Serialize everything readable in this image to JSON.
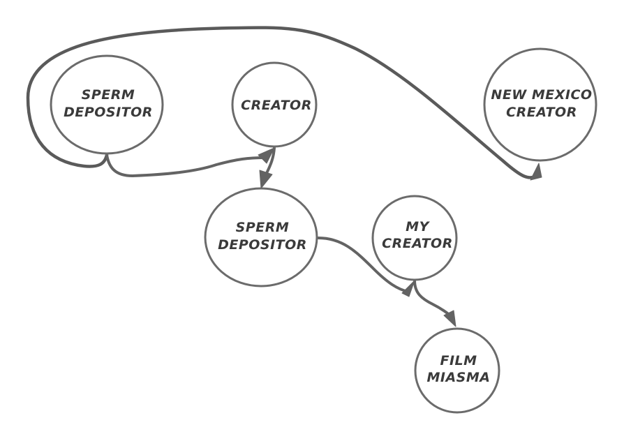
{
  "diagram": {
    "type": "directed-graph",
    "style": "hand-drawn comic",
    "colors": {
      "node_stroke": "#6b6b6b",
      "edge_stroke": "#636363",
      "label_text": "#3a3a3a",
      "background": "#ffffff"
    },
    "nodes": [
      {
        "id": "n1",
        "label_lines": [
          "SPERM",
          "DEPOSITOR"
        ],
        "shape": "ellipse"
      },
      {
        "id": "n2",
        "label_lines": [
          "CREATOR"
        ],
        "shape": "circle"
      },
      {
        "id": "n3",
        "label_lines": [
          "NEW MEXICO",
          "CREATOR"
        ],
        "shape": "circle"
      },
      {
        "id": "n4",
        "label_lines": [
          "SPERM",
          "DEPOSITOR"
        ],
        "shape": "ellipse"
      },
      {
        "id": "n5",
        "label_lines": [
          "MY",
          "CREATOR"
        ],
        "shape": "circle"
      },
      {
        "id": "n6",
        "label_lines": [
          "FILM",
          "MIASMA"
        ],
        "shape": "circle"
      }
    ],
    "edges": [
      {
        "from": "n1",
        "to": "n2"
      },
      {
        "from": "n1",
        "to": "n3"
      },
      {
        "from": "n2",
        "to": "n4"
      },
      {
        "from": "n4",
        "to": "n5"
      },
      {
        "from": "n5",
        "to": "n6"
      }
    ]
  }
}
